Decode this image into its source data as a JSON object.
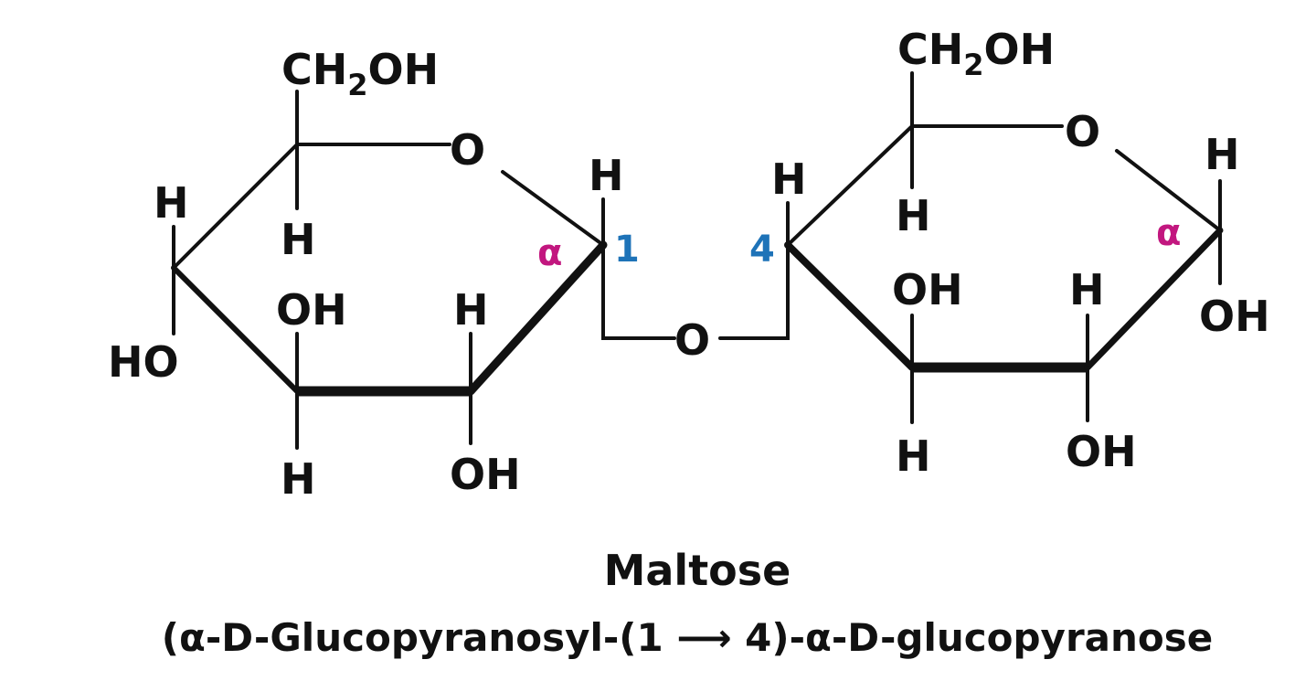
{
  "colors": {
    "alpha": "#c2177f",
    "position": "#1e73b8",
    "ink": "#111111"
  },
  "left_ring": {
    "ch2oh": {
      "main": "CH",
      "sub": "2",
      "tail": "OH"
    },
    "ring_oxygen": "O",
    "c5_h": "H",
    "c4_h": "H",
    "c4_ho": "HO",
    "c3_oh": "OH",
    "c3_h": "H",
    "c2_h": "H",
    "c2_oh": "OH",
    "c1_h": "H",
    "alpha": "α",
    "position": "1"
  },
  "glycosidic_oxygen": "O",
  "right_ring": {
    "ch2oh": {
      "main": "CH",
      "sub": "2",
      "tail": "OH"
    },
    "ring_oxygen": "O",
    "c5_h": "H",
    "c4_h": "H",
    "position": "4",
    "c3_oh": "OH",
    "c3_h": "H",
    "c2_h": "H",
    "c2_oh": "OH",
    "c1_h": "H",
    "alpha": "α",
    "c1_oh": "OH"
  },
  "caption": {
    "title": "Maltose",
    "name": "(α-D-Glucopyranosyl-(1 ⟶ 4)-α-D-glucopyranose"
  }
}
